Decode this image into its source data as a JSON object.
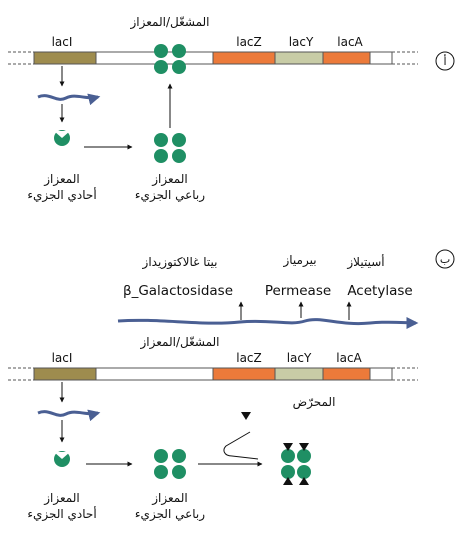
{
  "panel_a": {
    "marker": "أ",
    "operator_label": "المشغّل/المعزاز",
    "genes": {
      "lacI": "lacI",
      "lacZ": "lacZ",
      "lacY": "lacY",
      "lacA": "lacA"
    },
    "monomer_label": [
      "المعزاز",
      "أحادي الجزيء"
    ],
    "tetramer_label": [
      "المعزاز",
      "رباعي الجزيء"
    ]
  },
  "panel_b": {
    "marker": "ب",
    "operator_label": "المشغّل/المعزاز",
    "genes": {
      "lacI": "lacI",
      "lacZ": "lacZ",
      "lacY": "lacY",
      "lacA": "lacA"
    },
    "products_ar": {
      "galactosidase": "بيتا غالاكتوزيداز",
      "permease": "بيرمياز",
      "acetylase": "أسيتيلاز"
    },
    "products_en": {
      "galactosidase": "β_Galactosidase",
      "permease": "Permease",
      "acetylase": "Acetylase"
    },
    "inducer_label": "المحرّض",
    "monomer_label": [
      "المعزاز",
      "أحادي الجزيء"
    ],
    "tetramer_label": [
      "المعزاز",
      "رباعي الجزيء"
    ]
  },
  "colors": {
    "lacI": "#9e8c4e",
    "lacZ": "#ec7a3a",
    "lacY": "#c8cca6",
    "lacA": "#ec7a3a",
    "repressor": "#1f8f64",
    "mrna": "#4a5f93",
    "inducer": "#111111"
  }
}
